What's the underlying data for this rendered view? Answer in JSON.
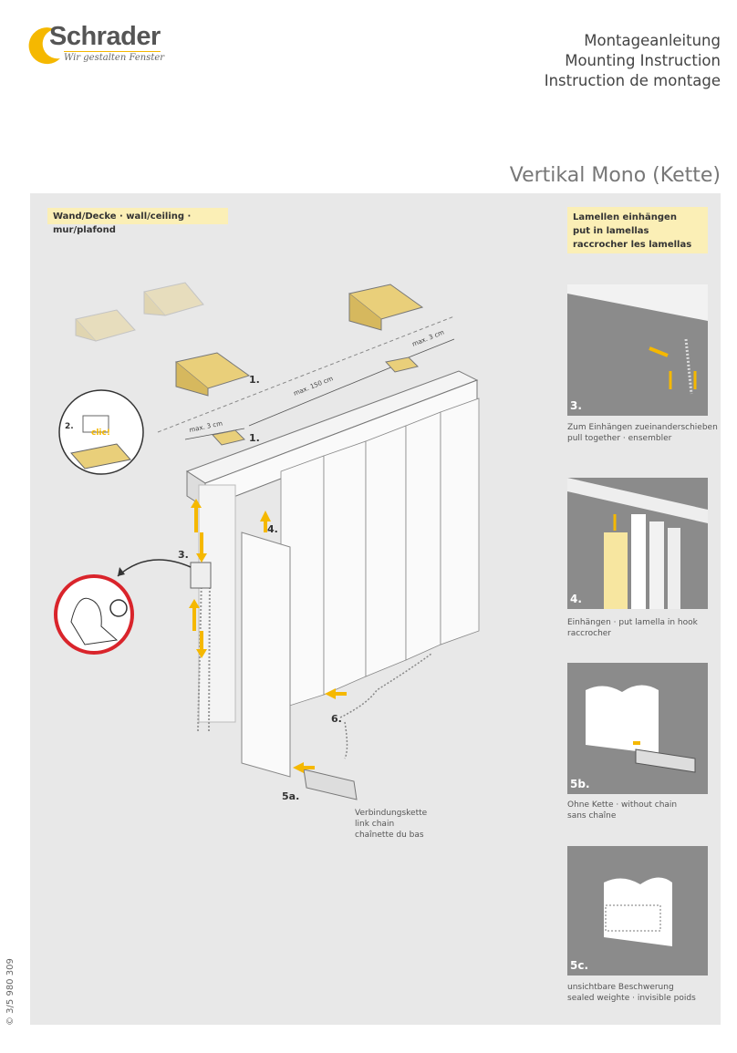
{
  "header": {
    "brand": "Schrader",
    "tagline": "Wir gestalten Fenster",
    "titles": [
      "Montageanleitung",
      "Mounting Instruction",
      "Instruction de montage"
    ],
    "product": "Vertikal Mono (Kette)"
  },
  "main": {
    "mount_label": "Wand/Decke · wall/ceiling · mur/plafond",
    "steps": {
      "s1a": "1.",
      "s1b": "1.",
      "s2": "2.",
      "s2_word": "clic!",
      "s3": "3.",
      "s4": "4.",
      "s5a": "5a.",
      "s6": "6."
    },
    "dims": {
      "max3a": "max. 3 cm",
      "max150": "max. 150 cm",
      "max3b": "max. 3 cm"
    },
    "link_chain": [
      "Verbindungskette",
      "link chain",
      "chaînette du bas"
    ]
  },
  "sidebar": {
    "label": [
      "Lamellen einhängen",
      "put in lamellas",
      "raccrocher les lamellas"
    ],
    "photos": [
      {
        "num": "3.",
        "caption": [
          "Zum Einhängen zueinanderschieben",
          "pull together · ensembler"
        ]
      },
      {
        "num": "4.",
        "caption": [
          "Einhängen · put lamella in hook",
          "raccrocher"
        ]
      },
      {
        "num": "5b.",
        "caption": [
          "Ohne Kette · without chain",
          "sans chaîne"
        ]
      },
      {
        "num": "5c.",
        "caption": [
          "unsichtbare Beschwerung",
          "sealed weighte · invisible poids"
        ]
      }
    ]
  },
  "footer": {
    "code": "© 3/5    980 309"
  },
  "colors": {
    "accent": "#f5b800",
    "label_bg": "#fbefb6",
    "panel": "#e8e8e8",
    "photo": "#8b8b8b",
    "red": "#d9242b"
  }
}
